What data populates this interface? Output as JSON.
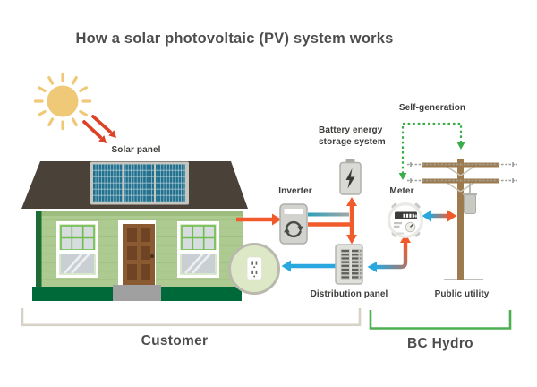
{
  "title": "How a solar photovoltaic (PV) system works",
  "labels": {
    "solar_panel": "Solar panel",
    "inverter": "Inverter",
    "battery_line1": "Battery energy",
    "battery_line2": "storage system",
    "meter": "Meter",
    "self_generation": "Self-generation",
    "distribution_panel": "Distribution panel",
    "public_utility": "Public utility"
  },
  "zones": {
    "customer": "Customer",
    "bc_hydro": "BC Hydro"
  },
  "colors": {
    "solar_flow_orange": "#F15B2B",
    "grid_flow_blue": "#29A8DF",
    "self_generation_green": "#3BAE49",
    "customer_bracket": "#D7D2C7",
    "bc_hydro_bracket": "#4CAF50",
    "sun_yellow": "#EFC878",
    "sunlight_red": "#DD4226",
    "roof_brown": "#4A4139",
    "siding_green": "#ADCA90",
    "panel_cell_teal": "#20708E",
    "pole_brown": "#9D7B4E",
    "label_text": "#3D3D3B"
  },
  "icons": [
    {
      "name": "sun-icon",
      "meaning": "sunlight source"
    },
    {
      "name": "sunlight-arrows-icon",
      "meaning": "sunlight hitting solar panel"
    },
    {
      "name": "house-icon",
      "meaning": "customer home with rooftop solar panel"
    },
    {
      "name": "outlet-icon",
      "meaning": "home electrical outlet"
    },
    {
      "name": "inverter-icon",
      "meaning": "DC to AC inverter"
    },
    {
      "name": "battery-icon",
      "meaning": "battery energy storage system"
    },
    {
      "name": "distribution-panel-icon",
      "meaning": "breaker distribution panel"
    },
    {
      "name": "meter-icon",
      "meaning": "BC Hydro electricity meter"
    },
    {
      "name": "utility-pole-icon",
      "meaning": "public utility power pole"
    }
  ]
}
